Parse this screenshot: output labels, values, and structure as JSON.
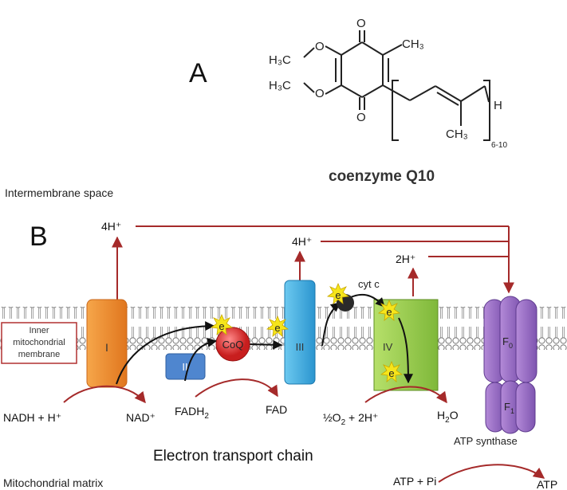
{
  "panel_a": {
    "letter": "A",
    "caption": "coenzyme Q10",
    "groups": {
      "methoxy_top": "H₃C",
      "methoxy_bottom": "H₃C",
      "o_methoxy_top": "O",
      "o_methoxy_bottom": "O",
      "o_carbonyl_top": "O",
      "o_carbonyl_bottom": "O",
      "methyl": "CH₃",
      "branch_methyl": "CH₃",
      "terminal_h": "H",
      "repeat": "6-10"
    }
  },
  "panel_b": {
    "letter": "B",
    "regions": {
      "intermembrane": "Intermembrane space",
      "matrix": "Mitochondrial matrix",
      "membrane_box": [
        "Inner",
        "mitochondrial",
        "membrane"
      ]
    },
    "title": "Electron transport chain",
    "complexes": {
      "c1": "I",
      "c2": "II",
      "c3": "III",
      "c4": "IV",
      "coq": "CoQ",
      "cytc": "cyt c",
      "f0": "F",
      "f0_sub": "0",
      "f1": "F",
      "f1_sub": "1",
      "atp_synthase": "ATP synthase"
    },
    "electron": "e",
    "protons": {
      "c1": "4H⁺",
      "c3": "4H⁺",
      "c4": "2H⁺"
    },
    "reactions": {
      "nadh": "NADH + H⁺",
      "nad": "NAD⁺",
      "fadh_base": "FADH",
      "fadh_sub": "2",
      "fad": "FAD",
      "o2_pre": "½O",
      "o2_sub": "2",
      "o2_post": " + 2H⁺",
      "h2o_pre": "H",
      "h2o_sub": "2",
      "h2o_post": "O",
      "atp_pi": "ATP + Pi",
      "atp": "ATP"
    },
    "colors": {
      "arrow": "#a52a2a",
      "complex1": "#f08a2a",
      "complex2": "#4f86cf",
      "complex3": "#3fb0e0",
      "complex4": "#9bd048",
      "coq": "#e23b3b",
      "atp_synthase": "#9a6cc6",
      "electron_yellow": "#f6e51b"
    }
  }
}
